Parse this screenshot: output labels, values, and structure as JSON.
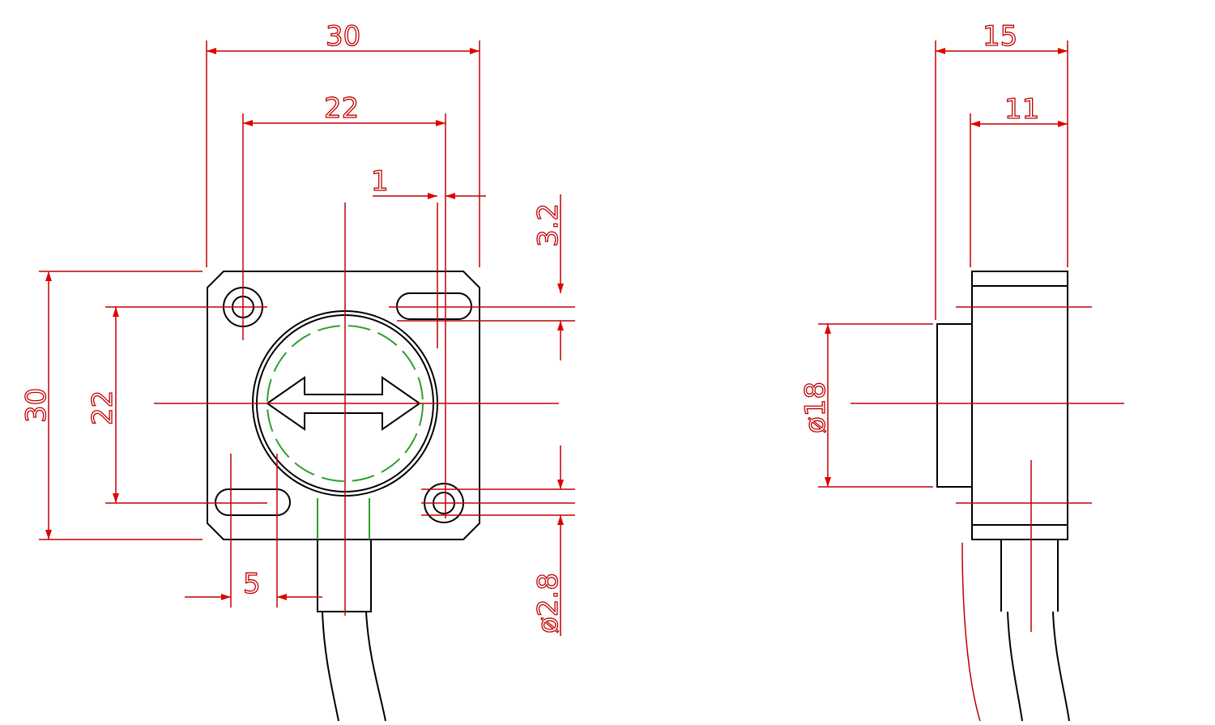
{
  "front_view": {
    "width_overall": "30",
    "hole_spacing_x": "22",
    "slot_offset": "1",
    "slot_width": "3.2",
    "height_overall": "30",
    "hole_spacing_y": "22",
    "slot_length": "5",
    "hole_diameter": "ø2.8"
  },
  "side_view": {
    "depth_overall": "15",
    "body_depth": "11",
    "boss_diameter": "ø18"
  },
  "colors": {
    "outline": "#000000",
    "dimension": "#c00000",
    "hidden": "#2ca02c"
  }
}
